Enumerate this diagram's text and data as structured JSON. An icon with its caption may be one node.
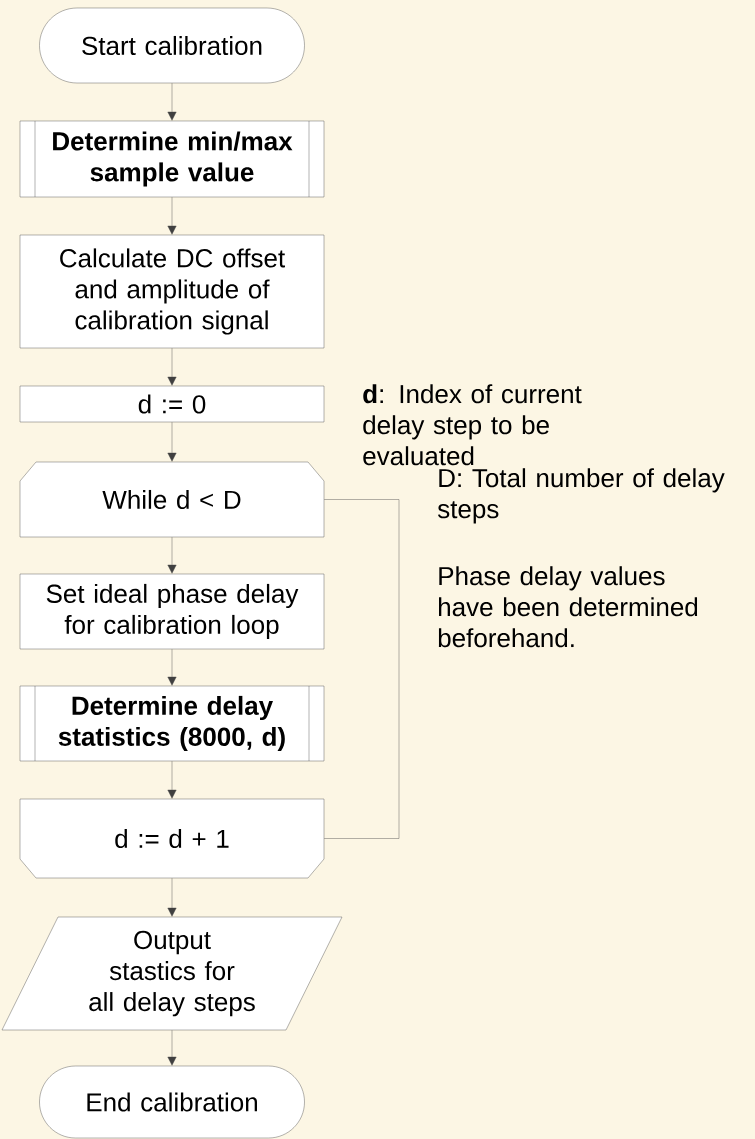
{
  "diagram": {
    "nodes": [
      {
        "text": [
          "Start calibration"
        ]
      },
      {
        "text": [
          "Determine min/max sample value"
        ]
      },
      {
        "text": [
          "Calculate DC offset and amplitude of calibration signal"
        ]
      },
      {
        "text": [
          "d := 0"
        ]
      },
      {
        "text": [
          "While d < D"
        ]
      },
      {
        "text": [
          "Set ideal phase delay for calibration loop"
        ]
      },
      {
        "text": [
          "Determine delay statistics (8000, d)"
        ]
      },
      {
        "text": [
          "d := d + 1"
        ]
      },
      {
        "text": [
          "Output stastics for all delay steps"
        ]
      },
      {
        "text": [
          "End calibration"
        ]
      }
    ],
    "edges": [
      {
        "from": 0,
        "to": 1,
        "arrow": "to"
      },
      {
        "from": 1,
        "to": 2,
        "arrow": "to"
      },
      {
        "from": 2,
        "to": 3,
        "arrow": "to"
      },
      {
        "from": 3,
        "to": 4,
        "arrow": "to"
      },
      {
        "from": 4,
        "to": 5,
        "arrow": "to"
      },
      {
        "from": 5,
        "to": 6,
        "arrow": "to"
      },
      {
        "from": 6,
        "to": 7,
        "arrow": "to"
      },
      {
        "from": 4,
        "to": 7,
        "arrow": "none"
      },
      {
        "from": 7,
        "to": 8,
        "arrow": "to"
      },
      {
        "from": 8,
        "to": 9,
        "arrow": "to"
      }
    ],
    "labels": [
      "**d**: Index of current delay step to be evaluated",
      "D: Total number of delay steps",
      "Phase delay values have been determined beforehand."
    ]
  }
}
